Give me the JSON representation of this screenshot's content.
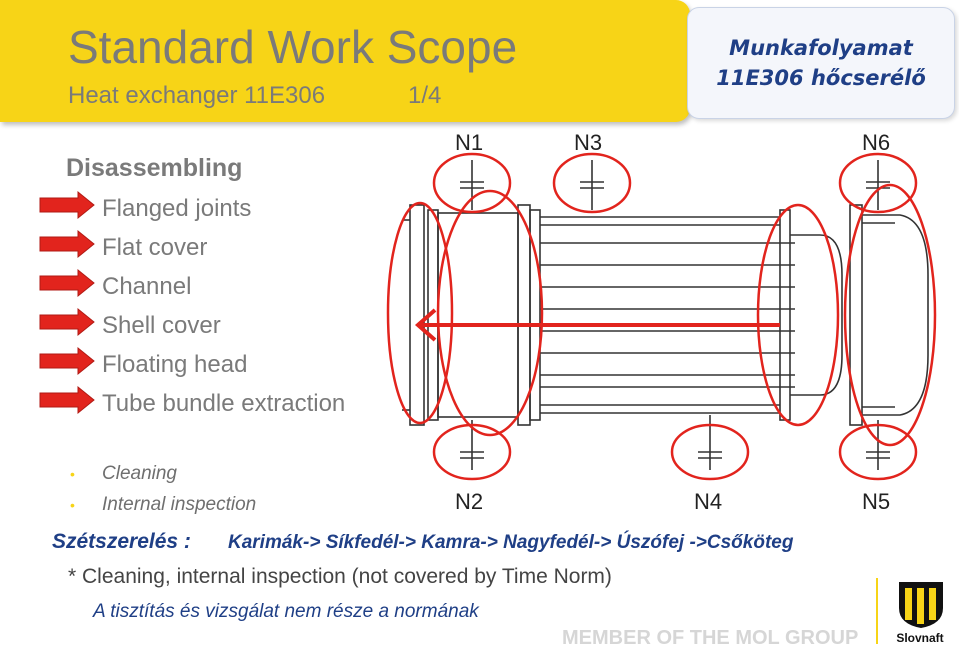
{
  "header": {
    "title": "Standard Work Scope",
    "subtitle": "Heat exchanger 11E306",
    "page": "1/4",
    "hu_title_line1": "Munkafolyamat",
    "hu_title_line2": "11E306 hőcserélő"
  },
  "disassembling": {
    "heading": "Disassembling",
    "steps": [
      "Flanged joints",
      "Flat cover",
      "Channel",
      "Shell cover",
      "Floating head",
      "Tube bundle extraction"
    ]
  },
  "bullets": [
    "Cleaning",
    "Internal inspection"
  ],
  "nozzles": {
    "n1": "N1",
    "n2": "N2",
    "n3": "N3",
    "n4": "N4",
    "n5": "N5",
    "n6": "N6"
  },
  "hungarian": {
    "sequence_label": "Szétszerelés :",
    "sequence": "Karimák-> Síkfedél-> Kamra-> Nagyfedél-> Úszófej ->Csőköteg"
  },
  "note": "* Cleaning, internal inspection (not covered by Time Norm)",
  "hu_note": "A tisztítás és vizsgálat nem része a normának",
  "footer": {
    "member": "MEMBER OF THE MOL GROUP",
    "logo_text": "Slovnaft"
  },
  "colors": {
    "banner": "#f7d417",
    "title_gray": "#7a7a7a",
    "hu_blue": "#1f3f86",
    "highlight_red": "#e2241d"
  }
}
